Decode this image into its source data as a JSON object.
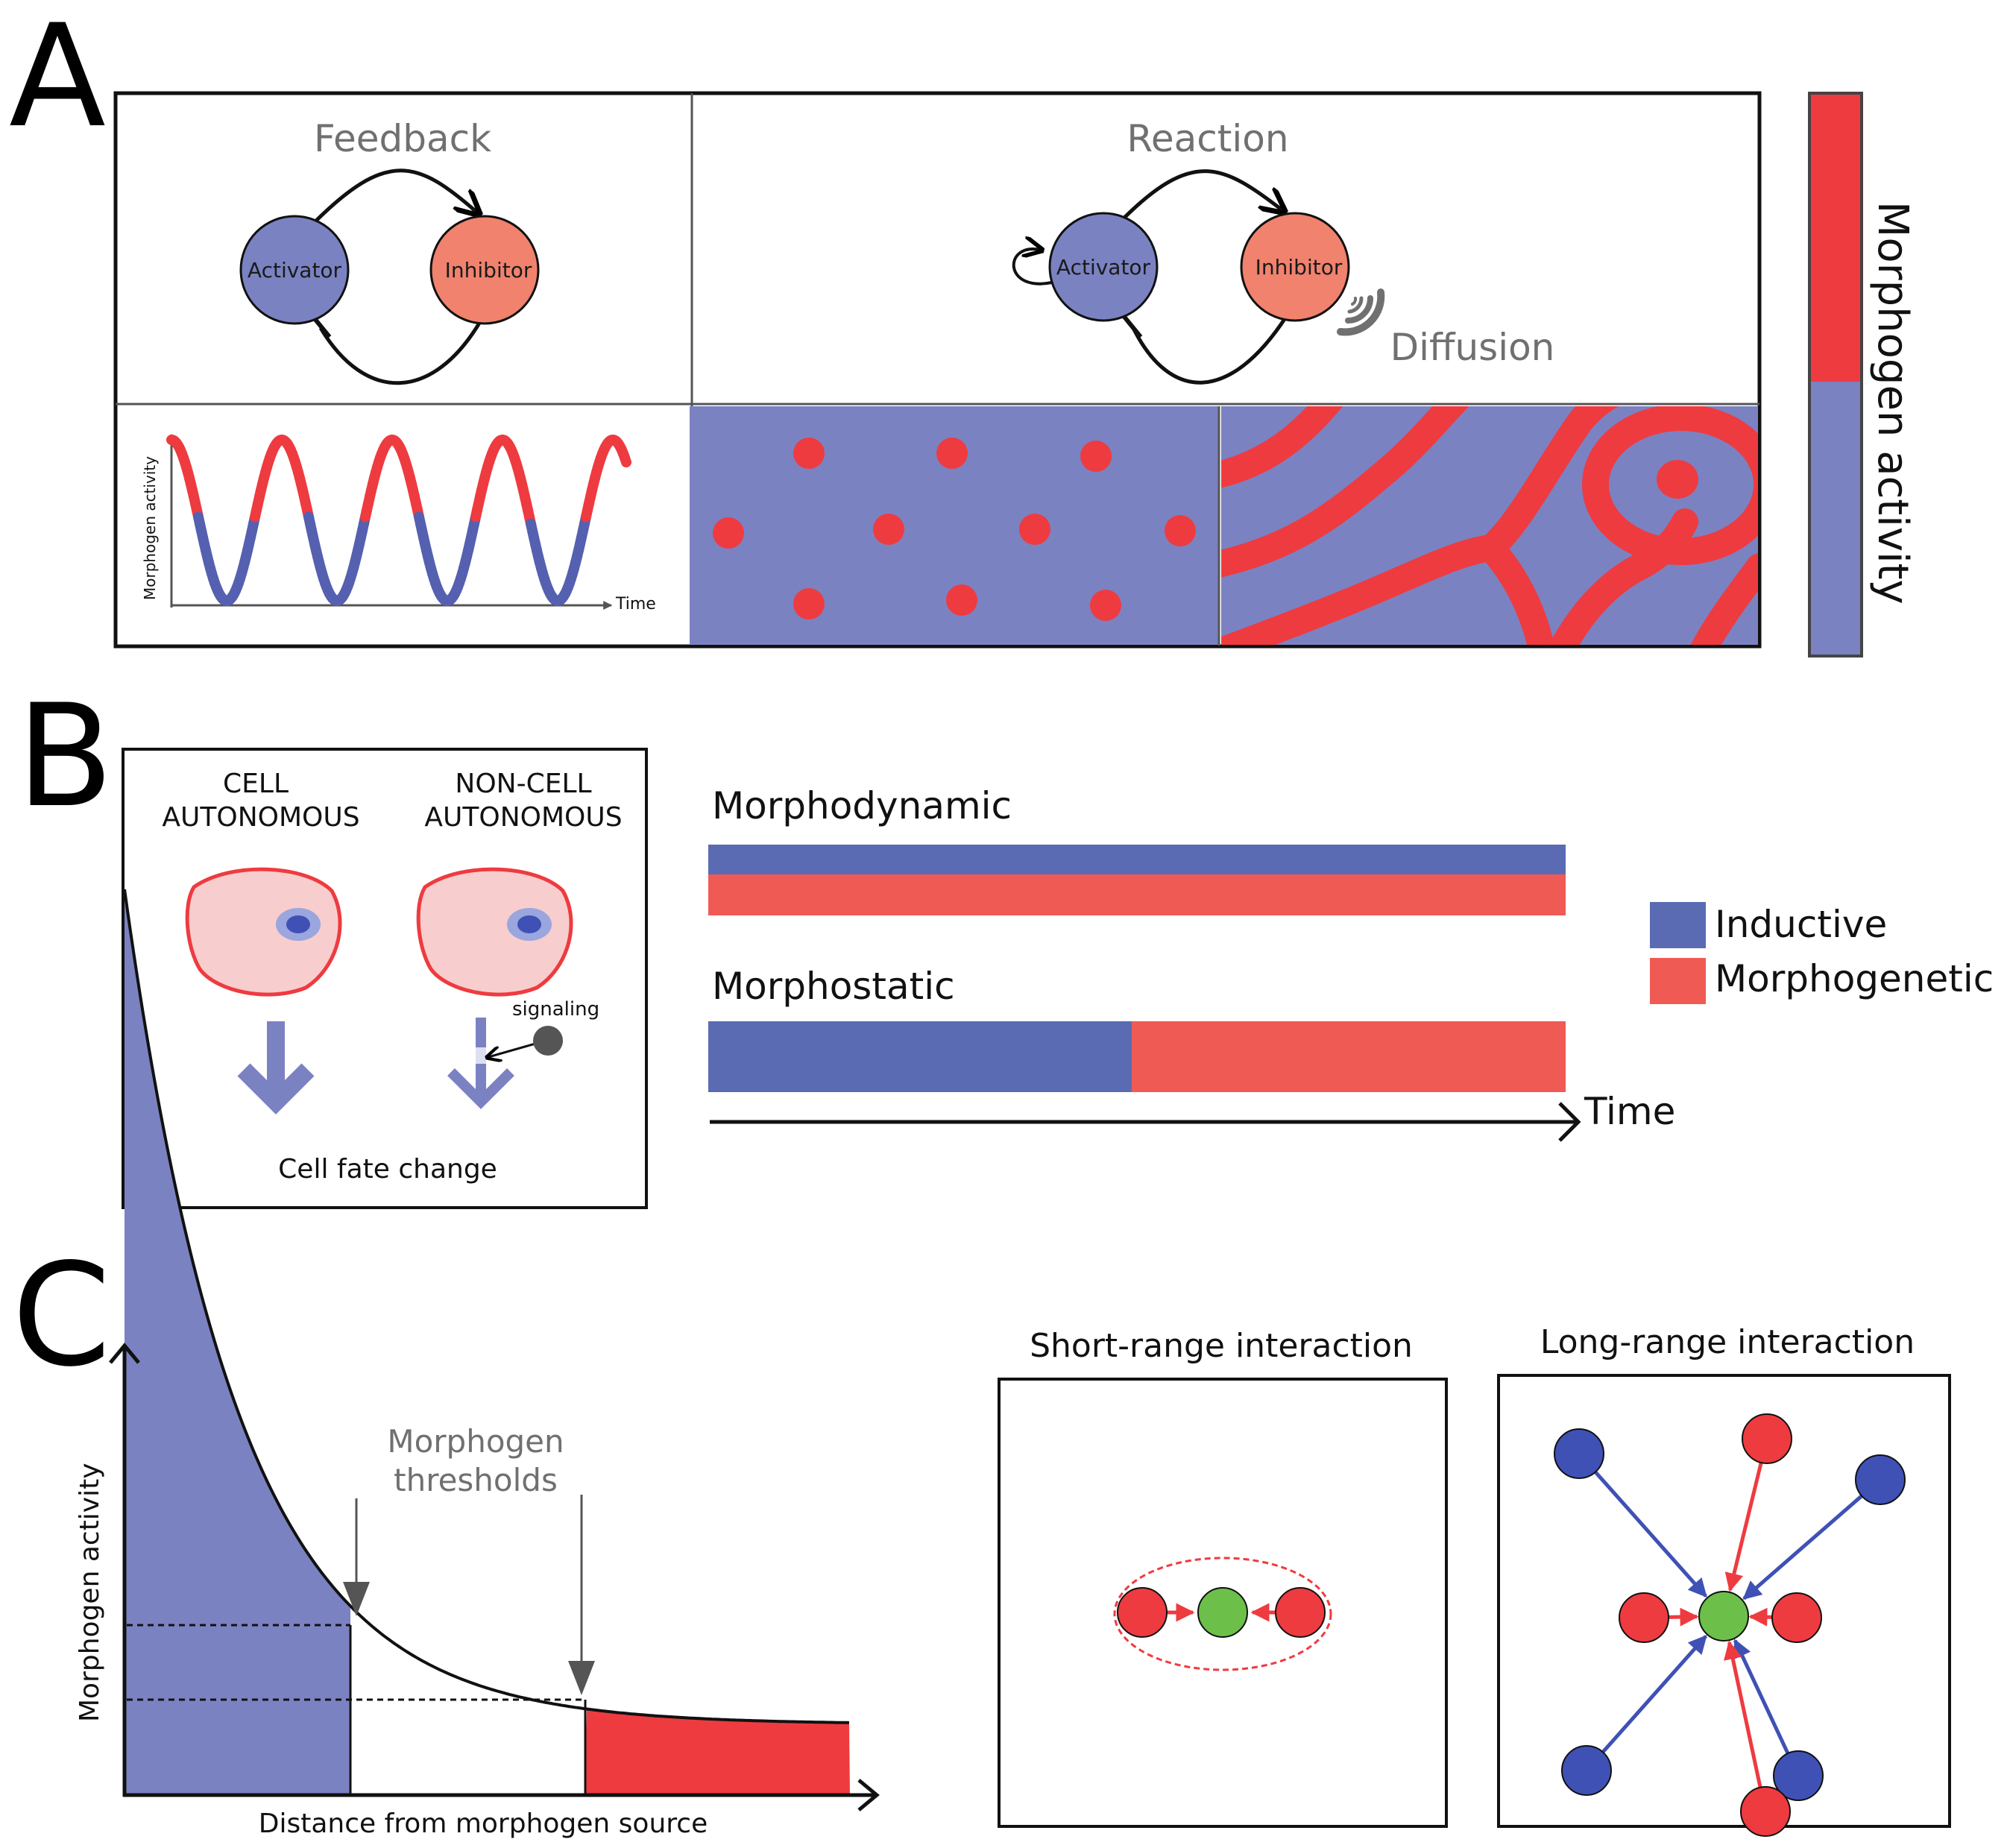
{
  "colors": {
    "blue": "#7b82c2",
    "blue_dark": "#5a6bb4",
    "red": "#ee3b40",
    "red_soft": "#f05a55",
    "salmon": "#f0826e",
    "green": "#6cc04a",
    "cell_fill": "#f8cdcd",
    "gray": "#707070"
  },
  "panel_a": {
    "letter": "A",
    "feedback": {
      "title": "Feedback",
      "activator_label": "Activator",
      "inhibitor_label": "Inhibitor"
    },
    "reaction": {
      "title": "Reaction",
      "activator_label": "Activator",
      "inhibitor_label": "Inhibitor",
      "diffusion_label": "Diffusion"
    },
    "plot": {
      "ylabel": "Morphogen activity",
      "xlabel": "Time"
    },
    "scale_bar_label": "Morphogen activity"
  },
  "panel_b": {
    "letter": "B",
    "cell_autonomous": "CELL\nAUTONOMOUS",
    "cell_autonomous_lines": [
      "CELL",
      "AUTONOMOUS"
    ],
    "non_cell_autonomous_lines": [
      "NON-CELL",
      "AUTONOMOUS"
    ],
    "signaling_label": "signaling",
    "fate_label": "Cell fate change",
    "morphodynamic_label": "Morphodynamic",
    "morphostatic_label": "Morphostatic",
    "time_label": "Time",
    "legend": [
      {
        "label": "Inductive",
        "color": "#5a6bb4"
      },
      {
        "label": "Morphogenetic",
        "color": "#f05a55"
      }
    ]
  },
  "panel_c": {
    "letter": "C",
    "ylabel": "Morphogen activity",
    "xlabel": "Distance from morphogen source",
    "thresholds_lines": [
      "Morphogen",
      "thresholds"
    ],
    "short_range_title": "Short-range interaction",
    "long_range_title": "Long-range interaction"
  }
}
